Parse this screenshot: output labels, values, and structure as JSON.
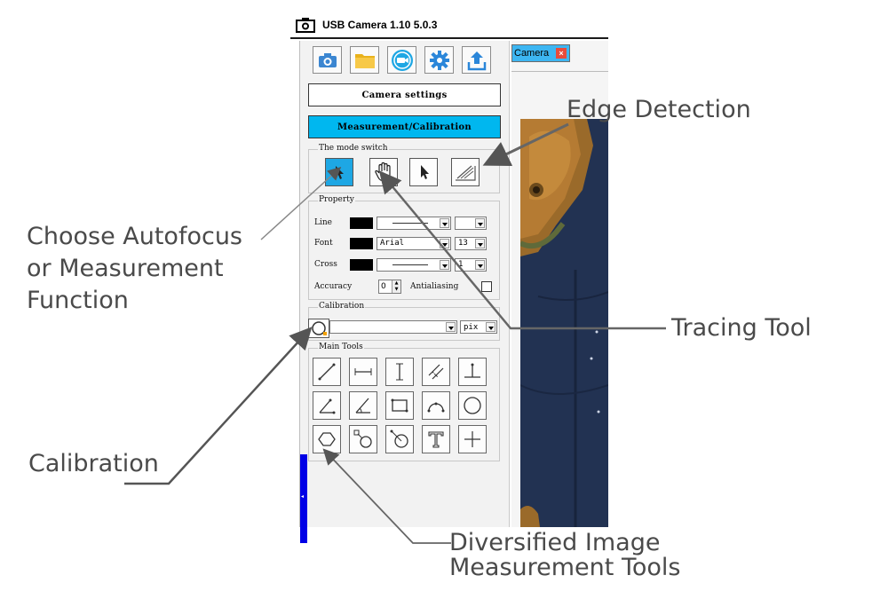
{
  "window": {
    "title": "USB Camera  1.10 5.0.3"
  },
  "toolbar": {
    "buttons": [
      {
        "name": "camera-capture",
        "icon": "camera-icon"
      },
      {
        "name": "open-folder",
        "icon": "folder-icon"
      },
      {
        "name": "record-video",
        "icon": "video-record-icon"
      },
      {
        "name": "settings",
        "icon": "gear-icon"
      },
      {
        "name": "export",
        "icon": "upload-icon"
      }
    ]
  },
  "panel": {
    "camera_settings_label": "Camera settings",
    "measurement_label": "Measurement/Calibration"
  },
  "mode_switch": {
    "title": "The mode switch",
    "modes": [
      "select-arrow",
      "hand-pan",
      "pointer",
      "edge-detect"
    ]
  },
  "property": {
    "title": "Property",
    "line_label": "Line",
    "font_label": "Font",
    "font_value": "Arial",
    "font_size": "13",
    "cross_label": "Cross",
    "cross_width": "1",
    "accuracy_label": "Accuracy",
    "accuracy_value": "0",
    "antialiasing_label": "Antialiasing"
  },
  "calibration": {
    "title": "Calibration",
    "unit": "pix"
  },
  "main_tools": {
    "title": "Main Tools"
  },
  "camera_tab": {
    "label": "Camera"
  },
  "annotations": {
    "edge_detection": "Edge Detection",
    "autofocus_line1": "Choose Autofocus",
    "autofocus_line2": "or Measurement",
    "autofocus_line3": "Function",
    "tracing_tool": "Tracing Tool",
    "calibration": "Calibration",
    "diversified_line1": "Diversified Image",
    "diversified_line2": "Measurement Tools"
  },
  "colors": {
    "accent": "#00b7ef",
    "annotation_text": "#4a4a4a",
    "strip": "#0000e6"
  }
}
